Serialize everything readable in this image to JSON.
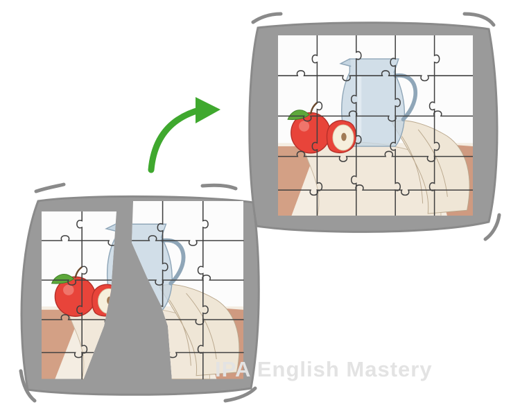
{
  "watermark": {
    "text": "IPA English Mastery"
  },
  "colors": {
    "frame": "#9a9a9a",
    "frame_outline": "#8a8a8a",
    "arrow": "#3fa82e",
    "apple": "#e8443a",
    "pitcher": "#bfd0dc",
    "cloth": "#f1e8da",
    "table": "#cf9a80",
    "piece_lines": "#404040",
    "watermark": "#e3e3e3"
  },
  "illustration": {
    "before_puzzle": {
      "state": "incomplete",
      "has_gap": true
    },
    "after_puzzle": {
      "state": "complete"
    },
    "arrow_icon": "curved-right-arrow-icon"
  }
}
